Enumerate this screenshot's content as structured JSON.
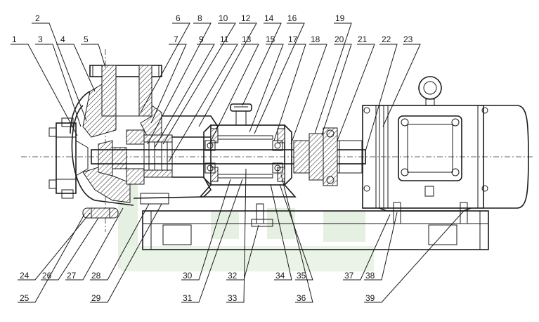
{
  "watermark_text": "",
  "callouts_top": [
    {
      "id": "c1",
      "label": "1"
    },
    {
      "id": "c2",
      "label": "2"
    },
    {
      "id": "c3",
      "label": "3"
    },
    {
      "id": "c4",
      "label": "4"
    },
    {
      "id": "c5",
      "label": "5"
    },
    {
      "id": "c6",
      "label": "6"
    },
    {
      "id": "c7",
      "label": "7"
    },
    {
      "id": "c8",
      "label": "8"
    },
    {
      "id": "c9",
      "label": "9"
    },
    {
      "id": "c10",
      "label": "10"
    },
    {
      "id": "c11",
      "label": "11"
    },
    {
      "id": "c12",
      "label": "12"
    },
    {
      "id": "c13",
      "label": "13"
    },
    {
      "id": "c14",
      "label": "14"
    },
    {
      "id": "c15",
      "label": "15"
    },
    {
      "id": "c16",
      "label": "16"
    },
    {
      "id": "c17",
      "label": "17"
    },
    {
      "id": "c18",
      "label": "18"
    },
    {
      "id": "c19",
      "label": "19"
    },
    {
      "id": "c20",
      "label": "20"
    },
    {
      "id": "c21",
      "label": "21"
    },
    {
      "id": "c22",
      "label": "22"
    },
    {
      "id": "c23",
      "label": "23"
    }
  ],
  "callouts_bottom": [
    {
      "id": "c24",
      "label": "24"
    },
    {
      "id": "c25",
      "label": "25"
    },
    {
      "id": "c26",
      "label": "26"
    },
    {
      "id": "c27",
      "label": "27"
    },
    {
      "id": "c28",
      "label": "28"
    },
    {
      "id": "c29",
      "label": "29"
    },
    {
      "id": "c30",
      "label": "30"
    },
    {
      "id": "c31",
      "label": "31"
    },
    {
      "id": "c32",
      "label": "32"
    },
    {
      "id": "c33",
      "label": "33"
    },
    {
      "id": "c34",
      "label": "34"
    },
    {
      "id": "c35",
      "label": "35"
    },
    {
      "id": "c36",
      "label": "36"
    },
    {
      "id": "c37",
      "label": "37"
    },
    {
      "id": "c38",
      "label": "38"
    },
    {
      "id": "c39",
      "label": "39"
    }
  ]
}
